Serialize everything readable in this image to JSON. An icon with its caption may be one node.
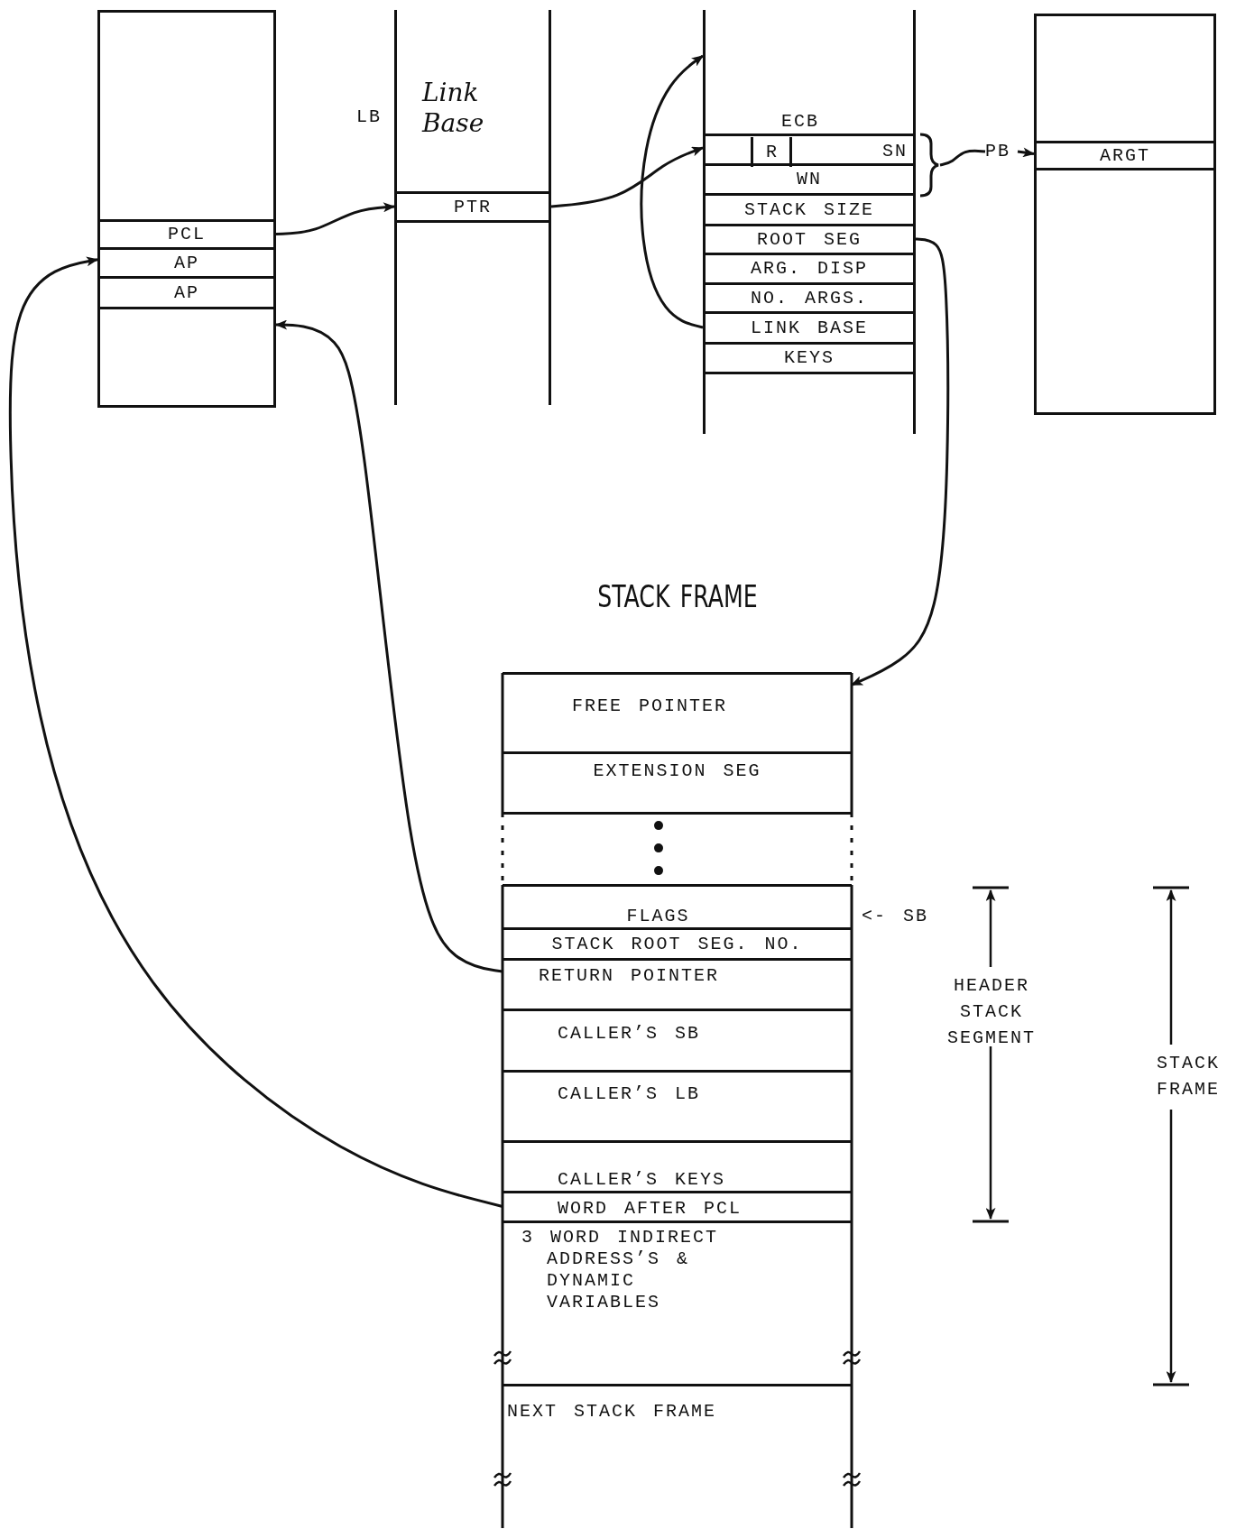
{
  "diagram": {
    "title": "STACK FRAME",
    "nodes": [
      {
        "text": [],
        "shape": "box"
      },
      {
        "text": [
          "PCL"
        ],
        "in": 0
      },
      {
        "text": [
          "AP"
        ],
        "in": 0
      },
      {
        "text": [
          "AP"
        ],
        "in": 0
      },
      {
        "text": [
          "Link Base"
        ],
        "beside": [
          "LB"
        ]
      },
      {
        "text": [
          "PTR"
        ],
        "in": 4
      },
      {
        "text": [
          "ECB"
        ]
      },
      {
        "text": [
          "R",
          "SN"
        ],
        "in": 6
      },
      {
        "text": [
          "WN"
        ],
        "in": 6
      },
      {
        "text": [
          "STACK SIZE"
        ],
        "in": 6
      },
      {
        "text": [
          "ROOT SEG"
        ],
        "in": 6
      },
      {
        "text": [
          "ARG. DISP"
        ],
        "in": 6
      },
      {
        "text": [
          "NO. ARGS."
        ],
        "in": 6
      },
      {
        "text": [
          "LINK BASE"
        ],
        "in": 6
      },
      {
        "text": [
          "KEYS"
        ],
        "in": 6
      },
      {
        "text": [
          "PB"
        ]
      },
      {
        "text": [],
        "shape": "box"
      },
      {
        "text": [
          "ARGT"
        ],
        "in": 16
      },
      {
        "text": [],
        "shape": "box"
      },
      {
        "text": [
          "FREE POINTER"
        ],
        "in": 18
      },
      {
        "text": [
          "EXTENSION SEG"
        ],
        "in": 18
      },
      {
        "text": [
          "FLAGS"
        ],
        "in": 18,
        "beside": [
          "<- SB"
        ]
      },
      {
        "text": [
          "STACK ROOT SEG. NO."
        ],
        "in": 18
      },
      {
        "text": [
          "RETURN POINTER"
        ],
        "in": 18
      },
      {
        "text": [
          "CALLER’S SB"
        ],
        "in": 18
      },
      {
        "text": [
          "CALLER’S LB"
        ],
        "in": 18
      },
      {
        "text": [
          "CALLER’S KEYS"
        ],
        "in": 18
      },
      {
        "text": [
          "WORD AFTER PCL"
        ],
        "in": 18
      },
      {
        "text": [
          "3 WORD INDIRECT ADDRESS’S & DYNAMIC VARIABLES"
        ],
        "in": 18
      },
      {
        "text": [
          "NEXT STACK FRAME"
        ],
        "in": 18
      },
      {
        "text": [],
        "shape": "brace"
      }
    ],
    "edges": [
      {
        "from": 1,
        "to": 5,
        "arrow": "to"
      },
      {
        "from": 5,
        "to": 7,
        "arrow": "to"
      },
      {
        "from": 13,
        "to": 6,
        "arrow": "to"
      },
      {
        "from": 30,
        "to": 15,
        "arrow": "none"
      },
      {
        "from": 15,
        "to": 17,
        "arrow": "to"
      },
      {
        "from": 10,
        "to": 19,
        "arrow": "to"
      },
      {
        "from": 23,
        "to": 0,
        "arrow": "to"
      },
      {
        "from": 27,
        "to": 2,
        "arrow": "to"
      }
    ],
    "labels": [
      "HEADER STACK SEGMENT",
      "STACK FRAME"
    ]
  }
}
